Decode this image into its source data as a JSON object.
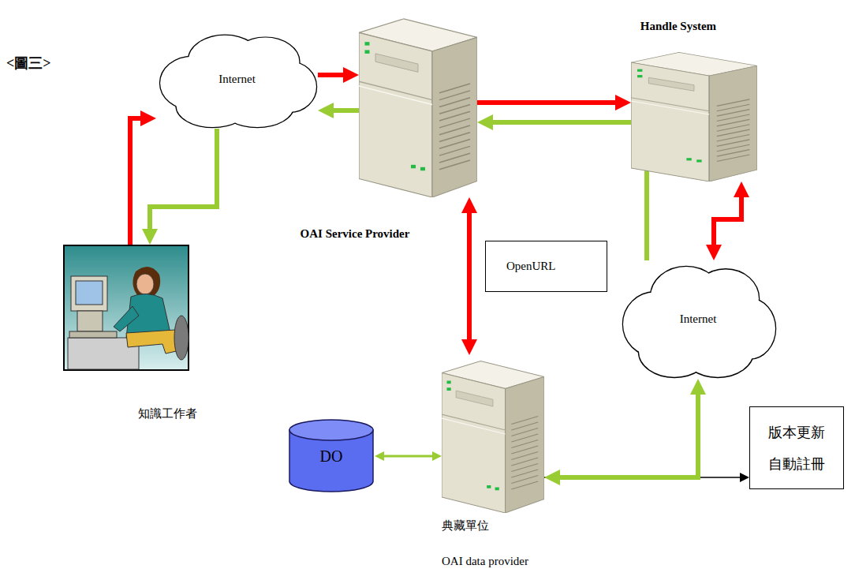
{
  "diagram": {
    "title": "<圖三>",
    "nodes": [
      {
        "text": [
          "Internet"
        ]
      },
      {
        "text": [
          "OAI Service Provider"
        ]
      },
      {
        "text": [
          "Handle System"
        ]
      },
      {
        "text": [
          "知識工作者"
        ]
      },
      {
        "text": [
          "Internet"
        ]
      },
      {
        "text": [
          "DO"
        ]
      },
      {
        "text": [
          "典藏單位",
          "OAI data provider"
        ]
      },
      {
        "text": [
          "版本更新 自動註冊"
        ]
      }
    ],
    "edges": [
      {
        "from": 3,
        "to": 0,
        "arrow": "to"
      },
      {
        "from": 0,
        "to": 1,
        "arrow": "to"
      },
      {
        "from": 1,
        "to": 0,
        "arrow": "to"
      },
      {
        "from": 0,
        "to": 3,
        "arrow": "to"
      },
      {
        "from": 1,
        "to": 2,
        "arrow": "to"
      },
      {
        "from": 1,
        "to": 6,
        "label": "OpenURL",
        "arrow": "both"
      },
      {
        "from": 2,
        "to": 4,
        "arrow": "both"
      },
      {
        "from": 4,
        "to": 1,
        "arrow": "to"
      },
      {
        "from": 6,
        "to": 4,
        "arrow": "both"
      },
      {
        "from": 5,
        "to": 6,
        "arrow": "both"
      },
      {
        "from": 6,
        "to": 7,
        "arrow": "to"
      }
    ]
  }
}
